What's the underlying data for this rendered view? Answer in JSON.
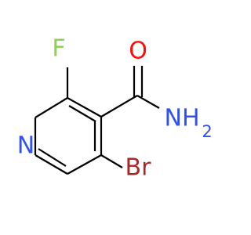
{
  "molecule": {
    "atoms": {
      "fluorine": {
        "symbol": "F",
        "color": "#8fd14f"
      },
      "oxygen": {
        "symbol": "O",
        "color": "#ff0d0d"
      },
      "amide_nitrogen": {
        "symbol": "NH",
        "subscript": "2",
        "color": "#3050f8"
      },
      "ring_nitrogen": {
        "symbol": "N",
        "color": "#3050f8"
      },
      "bromine": {
        "symbol": "Br",
        "color": "#a62929"
      }
    },
    "bond_color": "#000000"
  }
}
